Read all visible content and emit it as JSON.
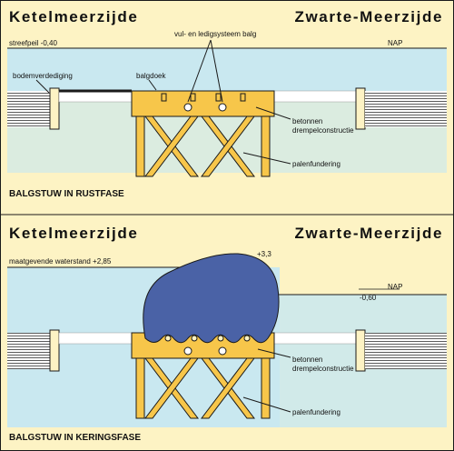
{
  "panels": [
    {
      "left_title": "Ketelmeerzijde",
      "right_title": "Zwarte-Meerzijde",
      "left_level": "streefpeil -0,40",
      "right_level": "NAP",
      "valve_label": "vul- en ledigsysteem  balg",
      "protection_label": "bodemverdediging",
      "cloth_label": "balgdoek",
      "sill_label_1": "betonnen",
      "sill_label_2": "drempelconstructie",
      "pile_label": "palenfundering",
      "caption": "BALGSTUW IN RUSTFASE"
    },
    {
      "left_title": "Ketelmeerzijde",
      "right_title": "Zwarte-Meerzijde",
      "left_level": "maatgevende waterstand +2,85",
      "top_level": "+3,3",
      "right_level": "NAP",
      "right_level_value": "-0,60",
      "sill_label_1": "betonnen",
      "sill_label_2": "drempelconstructie",
      "pile_label": "palenfundering",
      "caption": "BALGSTUW IN KERINGSFASE"
    }
  ],
  "colors": {
    "background": "#fdf3c4",
    "water": "#c9e8f0",
    "concrete": "#f7c64a",
    "balloon": "#4a62a6",
    "outline": "#1a1a1a"
  }
}
